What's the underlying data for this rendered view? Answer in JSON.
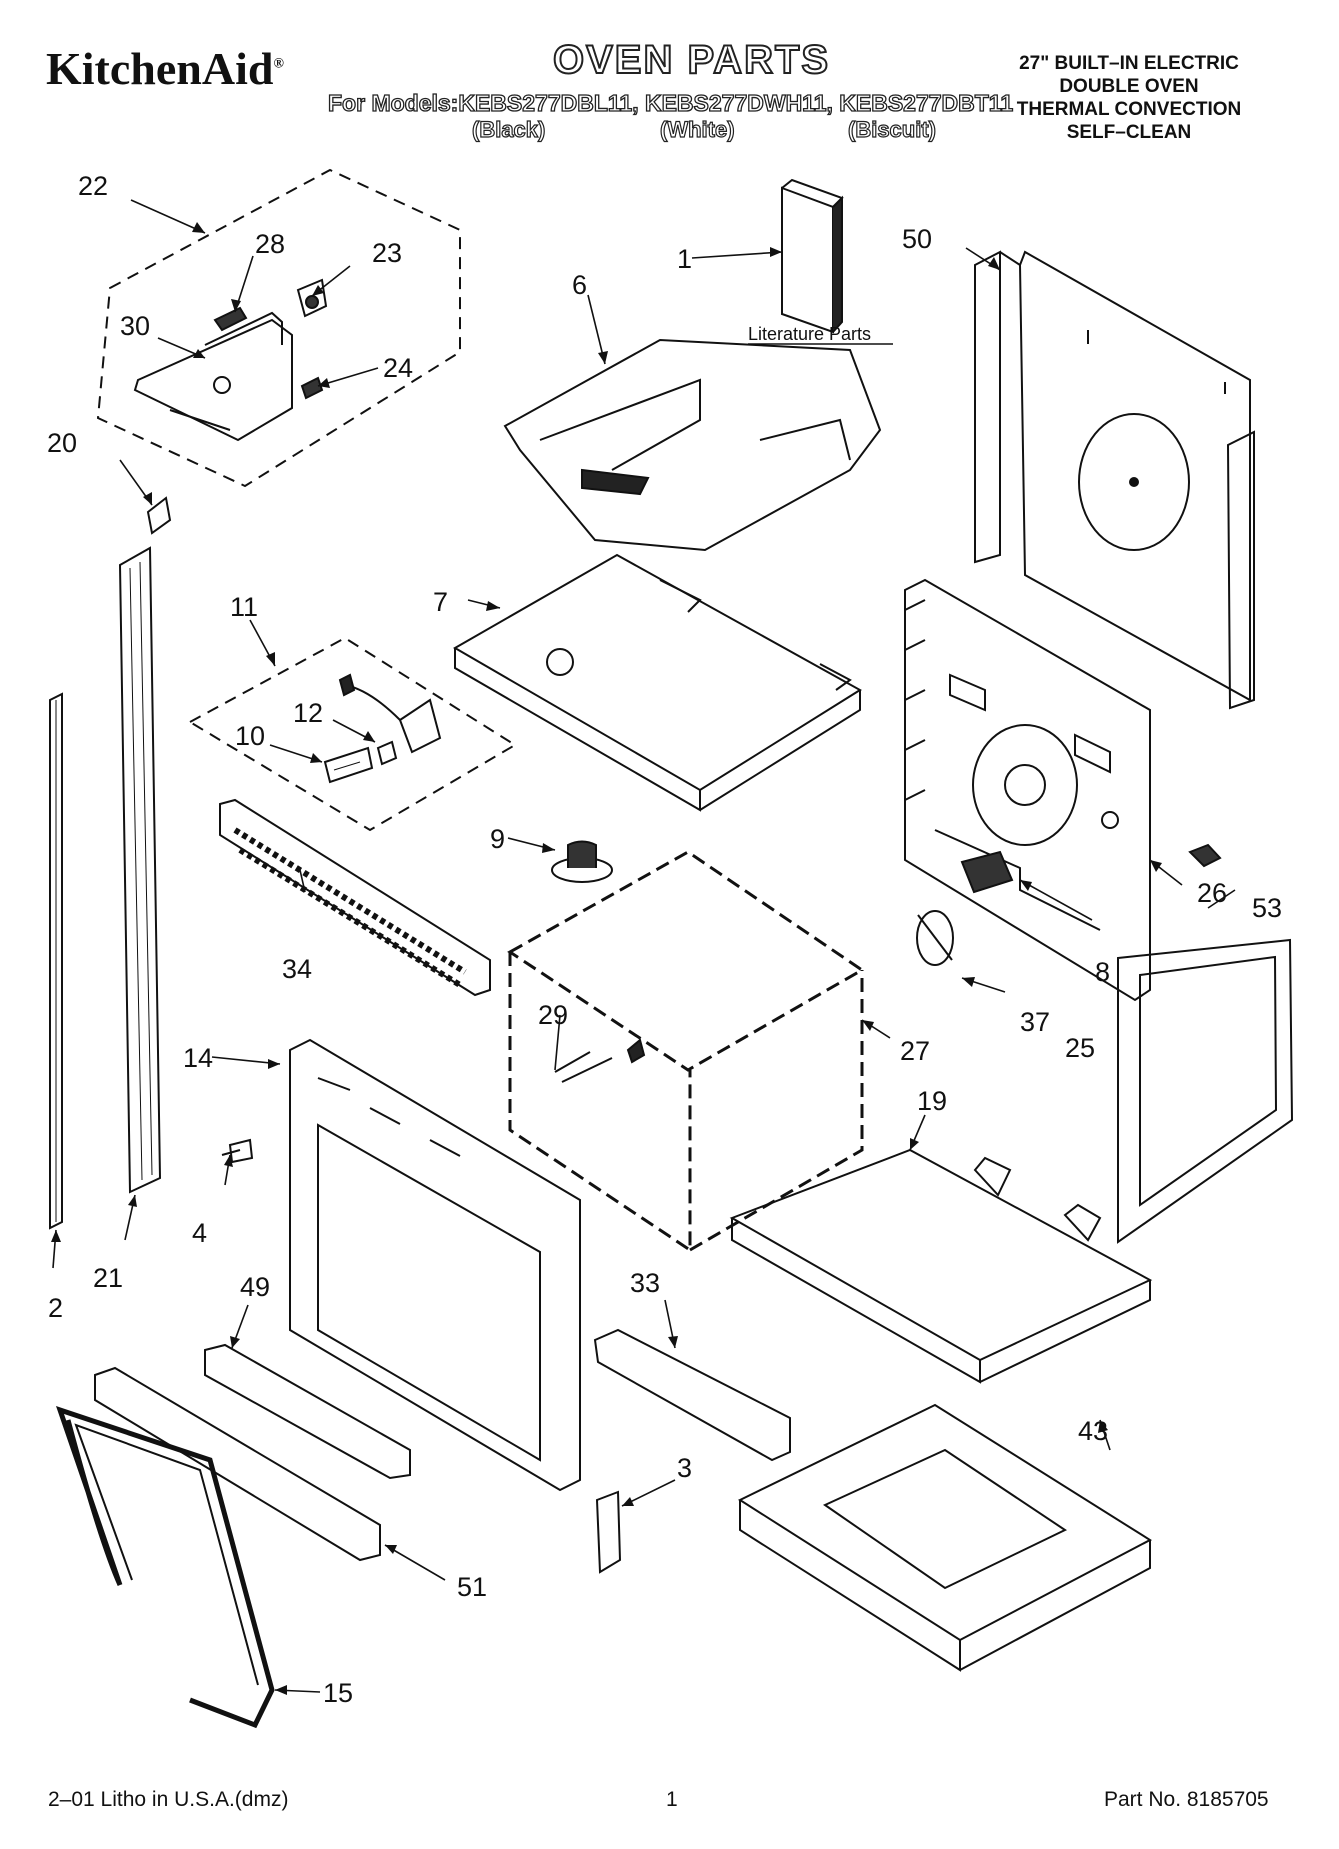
{
  "header": {
    "brand": "KitchenAid",
    "brand_mark": "®",
    "title": "OVEN PARTS",
    "models_line": "For Models:KEBS277DBL11, KEBS277DWH11, KEBS277DBT11",
    "colors": [
      "(Black)",
      "(White)",
      "(Biscuit)"
    ],
    "description": [
      "27\" BUILT–IN ELECTRIC",
      "DOUBLE OVEN",
      "THERMAL CONVECTION",
      "SELF–CLEAN"
    ]
  },
  "diagram": {
    "literature_label": "Literature Parts",
    "callouts": [
      "1",
      "2",
      "3",
      "4",
      "6",
      "7",
      "8",
      "9",
      "10",
      "11",
      "12",
      "14",
      "15",
      "19",
      "20",
      "21",
      "22",
      "23",
      "24",
      "25",
      "26",
      "27",
      "28",
      "29",
      "30",
      "33",
      "34",
      "37",
      "43",
      "49",
      "50",
      "51",
      "53"
    ]
  },
  "footer": {
    "litho": "2–01 Litho in U.S.A.(dmz)",
    "page": "1",
    "part_no": "Part No. 8185705"
  }
}
